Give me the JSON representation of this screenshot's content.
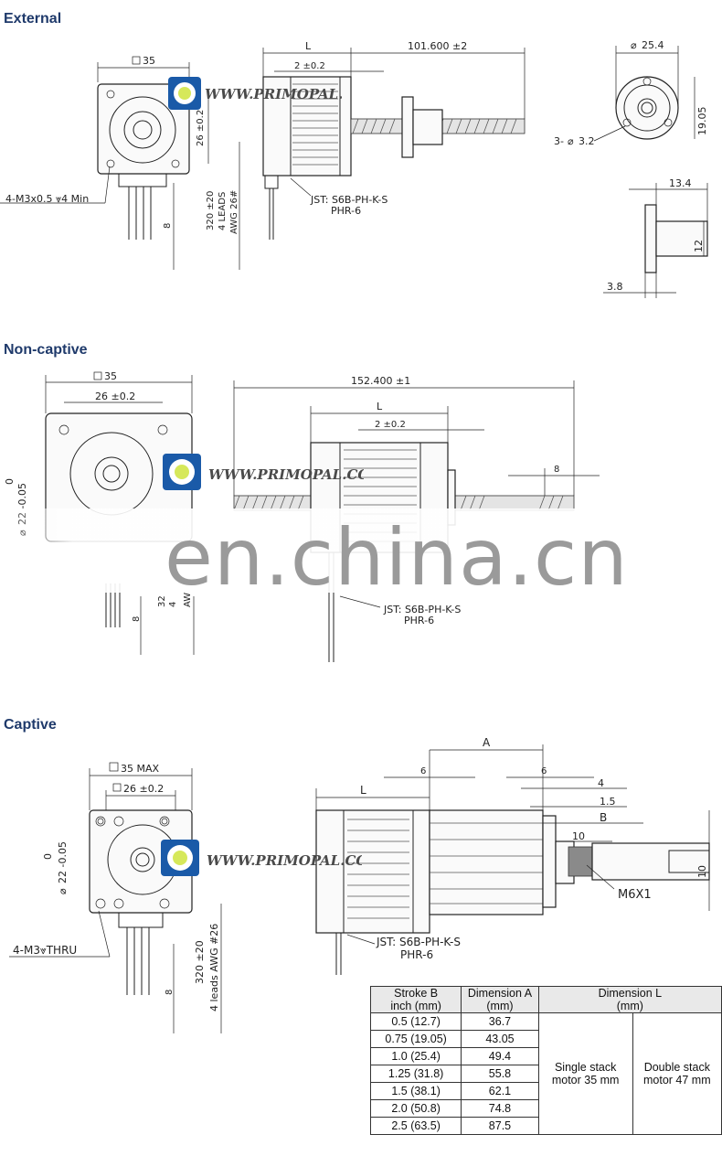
{
  "sections": {
    "external": "External",
    "noncaptive": "Non-captive",
    "captive": "Captive"
  },
  "watermark": {
    "site": "WWW.PRIMOPAL.COM",
    "overlay": "en.china.cn"
  },
  "external": {
    "sq": "35",
    "dim_L": "L",
    "dim_length": "101.600 ±2",
    "dim_2": "2 ±0.2",
    "dim_26": "26 ±0.2",
    "dim_leads": "320 ±20",
    "dim_leads2": "4 LEADS",
    "dim_awg": "AWG 26#",
    "dim_8": "8",
    "mount": "4-M3x0.5 ⩔4 Min",
    "conn1": "JST: S6B-PH-K-S",
    "conn2": "PHR-6",
    "nut_d": "25.4",
    "nut_d2": "19.05",
    "nut_holes": "3-",
    "nut_hole_d": "3.2",
    "nut_len": "13.4",
    "nut_d12": "12",
    "nut_flange": "3.8"
  },
  "noncaptive": {
    "sq": "35",
    "dim_26": "26 ±0.2",
    "dim_length": "152.400 ±1",
    "dim_L": "L",
    "dim_2": "2 ±0.2",
    "dim_8": "8",
    "dim_8b": "8",
    "dim_22": "22 -0.05",
    "dim_0": "0",
    "conn1": "JST: S6B-PH-K-S",
    "conn2": "PHR-6",
    "leads_frag1": "32",
    "leads_frag2": "4",
    "leads_frag3": "AW"
  },
  "captive": {
    "sq": "35 MAX",
    "dim_26": "26 ±0.2",
    "dim_22": "22 -0.05",
    "dim_0": "0",
    "mount": "4-M3⩔THRU",
    "leads": "320 ±20",
    "awg": "4 leads AWG #26",
    "dim_8": "8",
    "dim_L": "L",
    "dim_A": "A",
    "dim_6a": "6",
    "dim_6b": "6",
    "dim_4": "4",
    "dim_15": "1.5",
    "dim_B": "B",
    "dim_10": "10",
    "dim_d10": "10",
    "thread": "M6X1",
    "conn1": "JST: S6B-PH-K-S",
    "conn2": "PHR-6"
  },
  "table": {
    "headers": [
      "Stroke B",
      "inch (mm)",
      "Dimension A",
      "(mm)",
      "Dimension L",
      "(mm)"
    ],
    "rows": [
      {
        "stroke": "0.5 (12.7)",
        "a": "36.7"
      },
      {
        "stroke": "0.75 (19.05)",
        "a": "43.05"
      },
      {
        "stroke": "1.0 (25.4)",
        "a": "49.4"
      },
      {
        "stroke": "1.25 (31.8)",
        "a": "55.8"
      },
      {
        "stroke": "1.5 (38.1)",
        "a": "62.1"
      },
      {
        "stroke": "2.0 (50.8)",
        "a": "74.8"
      },
      {
        "stroke": "2.5 (63.5)",
        "a": "87.5"
      }
    ],
    "single": [
      "Single stack",
      "motor 35 mm"
    ],
    "double": [
      "Double stack",
      "motor 47 mm"
    ]
  }
}
